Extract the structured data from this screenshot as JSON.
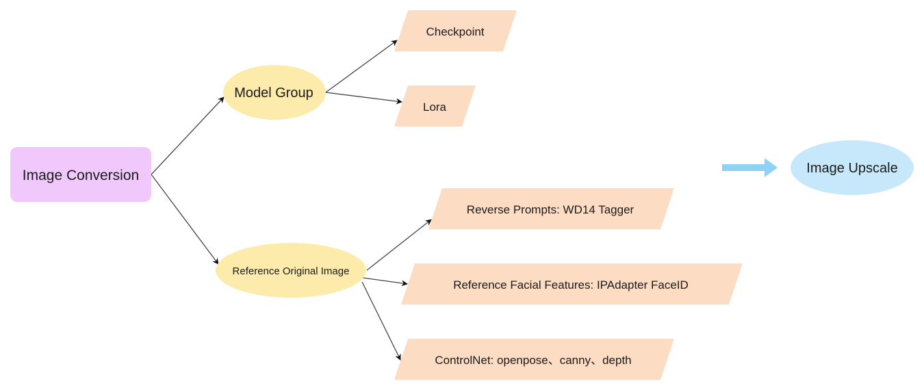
{
  "diagram": {
    "colors": {
      "root_fill": "#f0c8fc",
      "group_fill": "#fcebaa",
      "leaf_fill": "#fddcc4",
      "upscale_fill": "#c7e8fb",
      "upscale_arrow": "#8ed3f5",
      "edge": "#444444",
      "text": "#1a1a1a"
    },
    "nodes": {
      "root": {
        "label": "Image Conversion",
        "shape": "rounded-rectangle"
      },
      "model_group": {
        "label": "Model Group",
        "shape": "ellipse"
      },
      "reference_image": {
        "label": "Reference Original Image",
        "shape": "ellipse"
      },
      "checkpoint": {
        "label": "Checkpoint",
        "shape": "parallelogram"
      },
      "lora": {
        "label": "Lora",
        "shape": "parallelogram"
      },
      "reverse_prompts": {
        "label": "Reverse Prompts: WD14 Tagger",
        "shape": "parallelogram"
      },
      "facial_features": {
        "label": "Reference Facial Features: IPAdapter FaceID",
        "shape": "parallelogram"
      },
      "controlnet": {
        "label": "ControlNet: openpose、canny、depth",
        "shape": "parallelogram"
      },
      "upscale": {
        "label": "Image Upscale",
        "shape": "ellipse"
      }
    },
    "edges": [
      {
        "from": "root",
        "to": "model_group"
      },
      {
        "from": "root",
        "to": "reference_image"
      },
      {
        "from": "model_group",
        "to": "checkpoint"
      },
      {
        "from": "model_group",
        "to": "lora"
      },
      {
        "from": "reference_image",
        "to": "reverse_prompts"
      },
      {
        "from": "reference_image",
        "to": "facial_features"
      },
      {
        "from": "reference_image",
        "to": "controlnet"
      }
    ],
    "next_step_arrow": {
      "to": "upscale",
      "style": "block-arrow"
    }
  }
}
